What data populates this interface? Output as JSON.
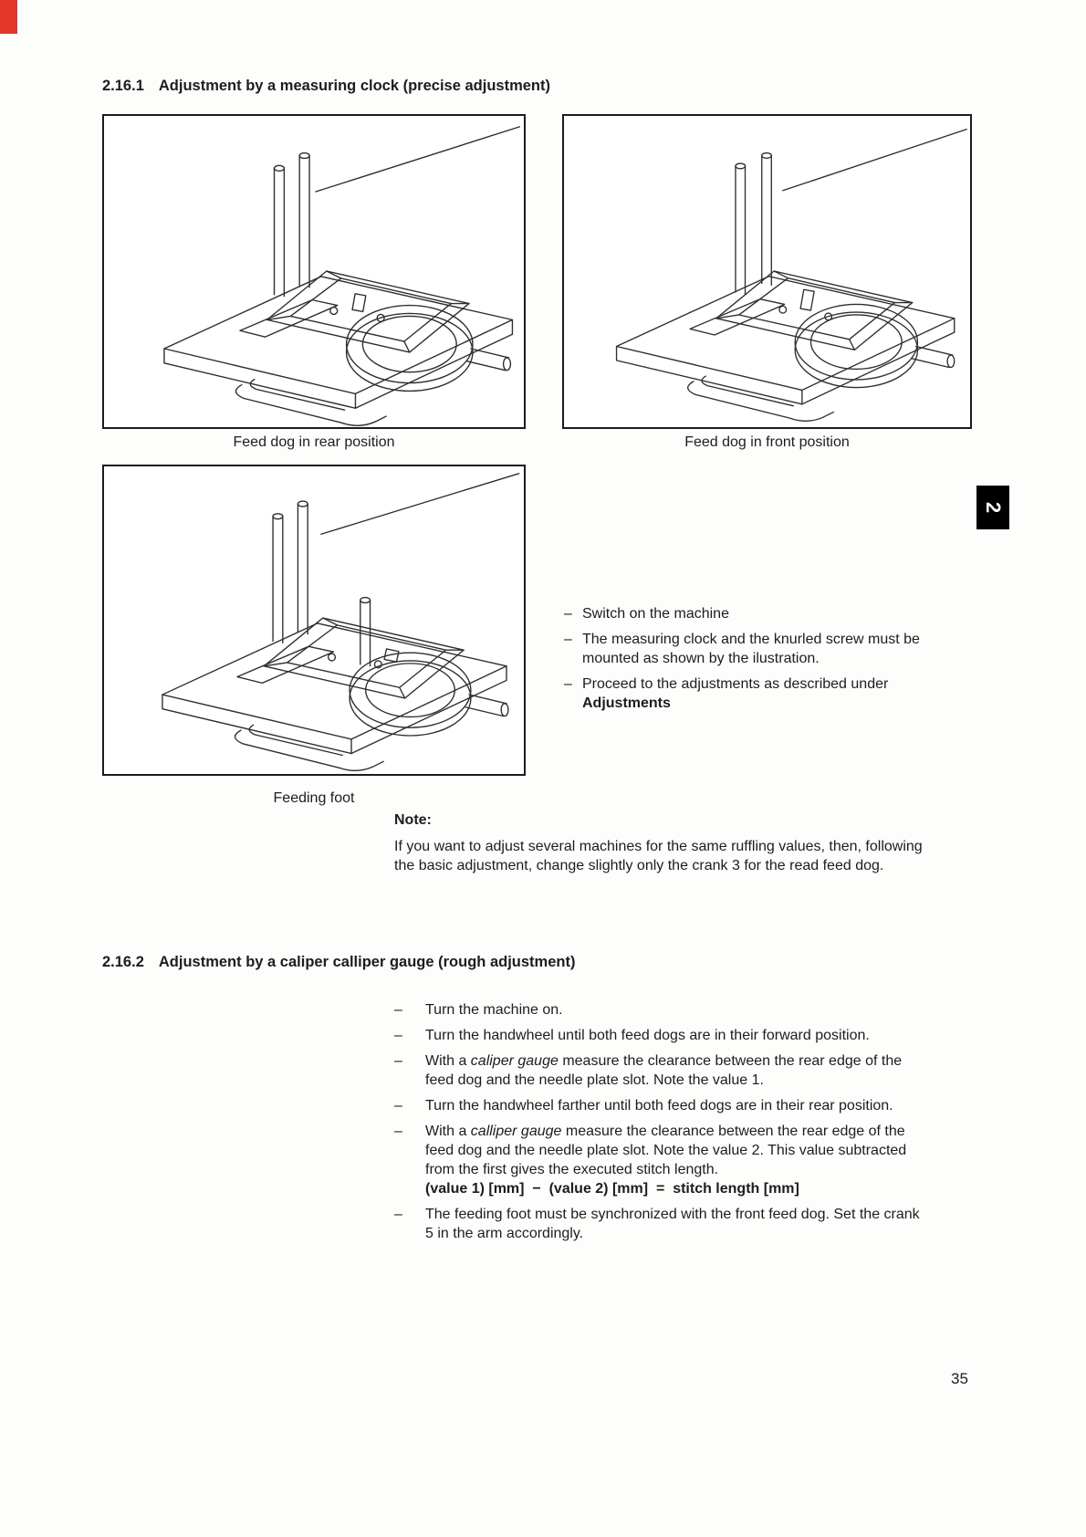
{
  "bullet_dash": "–",
  "page": {
    "number": "35",
    "tab_label": "2",
    "background_color": "#fdfdfc",
    "ink_color": "#1d1d1d",
    "accent_red": "#e63529",
    "tab_bg": "#000000",
    "tab_text_color": "#ffffff"
  },
  "section1": {
    "number": "2.16.1",
    "title": "Adjustment by a measuring clock (precise adjustment)",
    "figures": {
      "fig1_caption": "Feed dog in rear position",
      "fig2_caption": "Feed dog in front position",
      "fig3_caption": "Feeding foot",
      "illustration_name": "measuring-clock-on-needle-plate-drawing"
    },
    "bullets": {
      "b1": "Switch on the machine",
      "b2": "The measuring clock and the knurled screw must be mounted as shown by the ilustration.",
      "b3_pre": "Proceed to the adjustments as described under ",
      "b3_bold": "Adjustments"
    },
    "note_label": "Note:",
    "note_text": "If you want to adjust several machines for the same ruffling values, then, following the basic adjustment, change slightly only the crank 3 for the read feed dog."
  },
  "section2": {
    "number": "2.16.2",
    "title": "Adjustment by a caliper calliper gauge (rough adjustment)",
    "bullets": {
      "b1": "Turn the machine on.",
      "b2": "Turn the handwheel until both feed dogs are in their forward position.",
      "b3_pre": "With a ",
      "b3_italic": "caliper gauge",
      "b3_post": " measure the clearance between the rear edge of the feed dog and the needle plate slot. Note the value 1.",
      "b4": "Turn the handwheel farther until both feed dogs are in their rear position.",
      "b5_pre": "With a ",
      "b5_italic": "calliper gauge",
      "b5_post": " measure the clearance between the rear edge of the feed dog and the needle plate slot. Note the value 2. This value subtracted from the first gives the executed stitch length.",
      "b5_formula": "(value 1) [mm]  −  (value 2) [mm]  =  stitch length [mm]",
      "b6": "The feeding foot must be synchronized with the front feed dog. Set the crank 5 in the arm accordingly."
    }
  }
}
